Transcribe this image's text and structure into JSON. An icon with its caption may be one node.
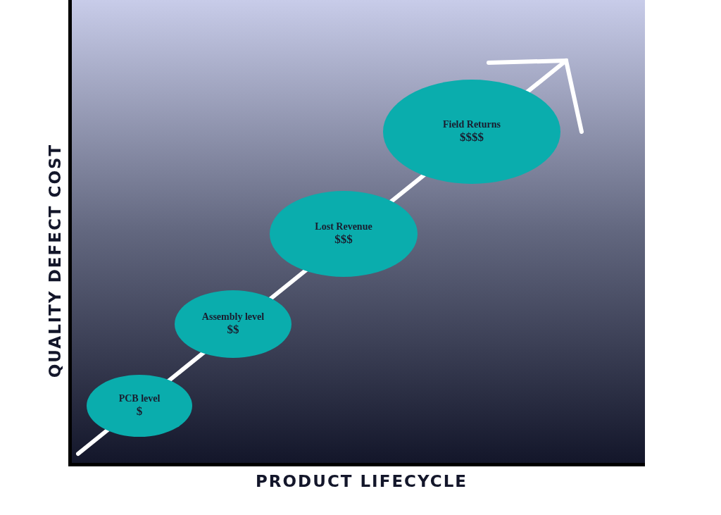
{
  "diagram": {
    "nodes": [
      {
        "text": [
          "PCB level",
          "$"
        ]
      },
      {
        "text": [
          "Assembly level",
          "$$"
        ]
      },
      {
        "text": [
          "Lost Revenue",
          "$$$"
        ]
      },
      {
        "text": [
          "Field Returns",
          "$$$$"
        ]
      }
    ],
    "labels": [
      "QUALITY DEFECT COST",
      "PRODUCT LIFECYCLE"
    ]
  }
}
